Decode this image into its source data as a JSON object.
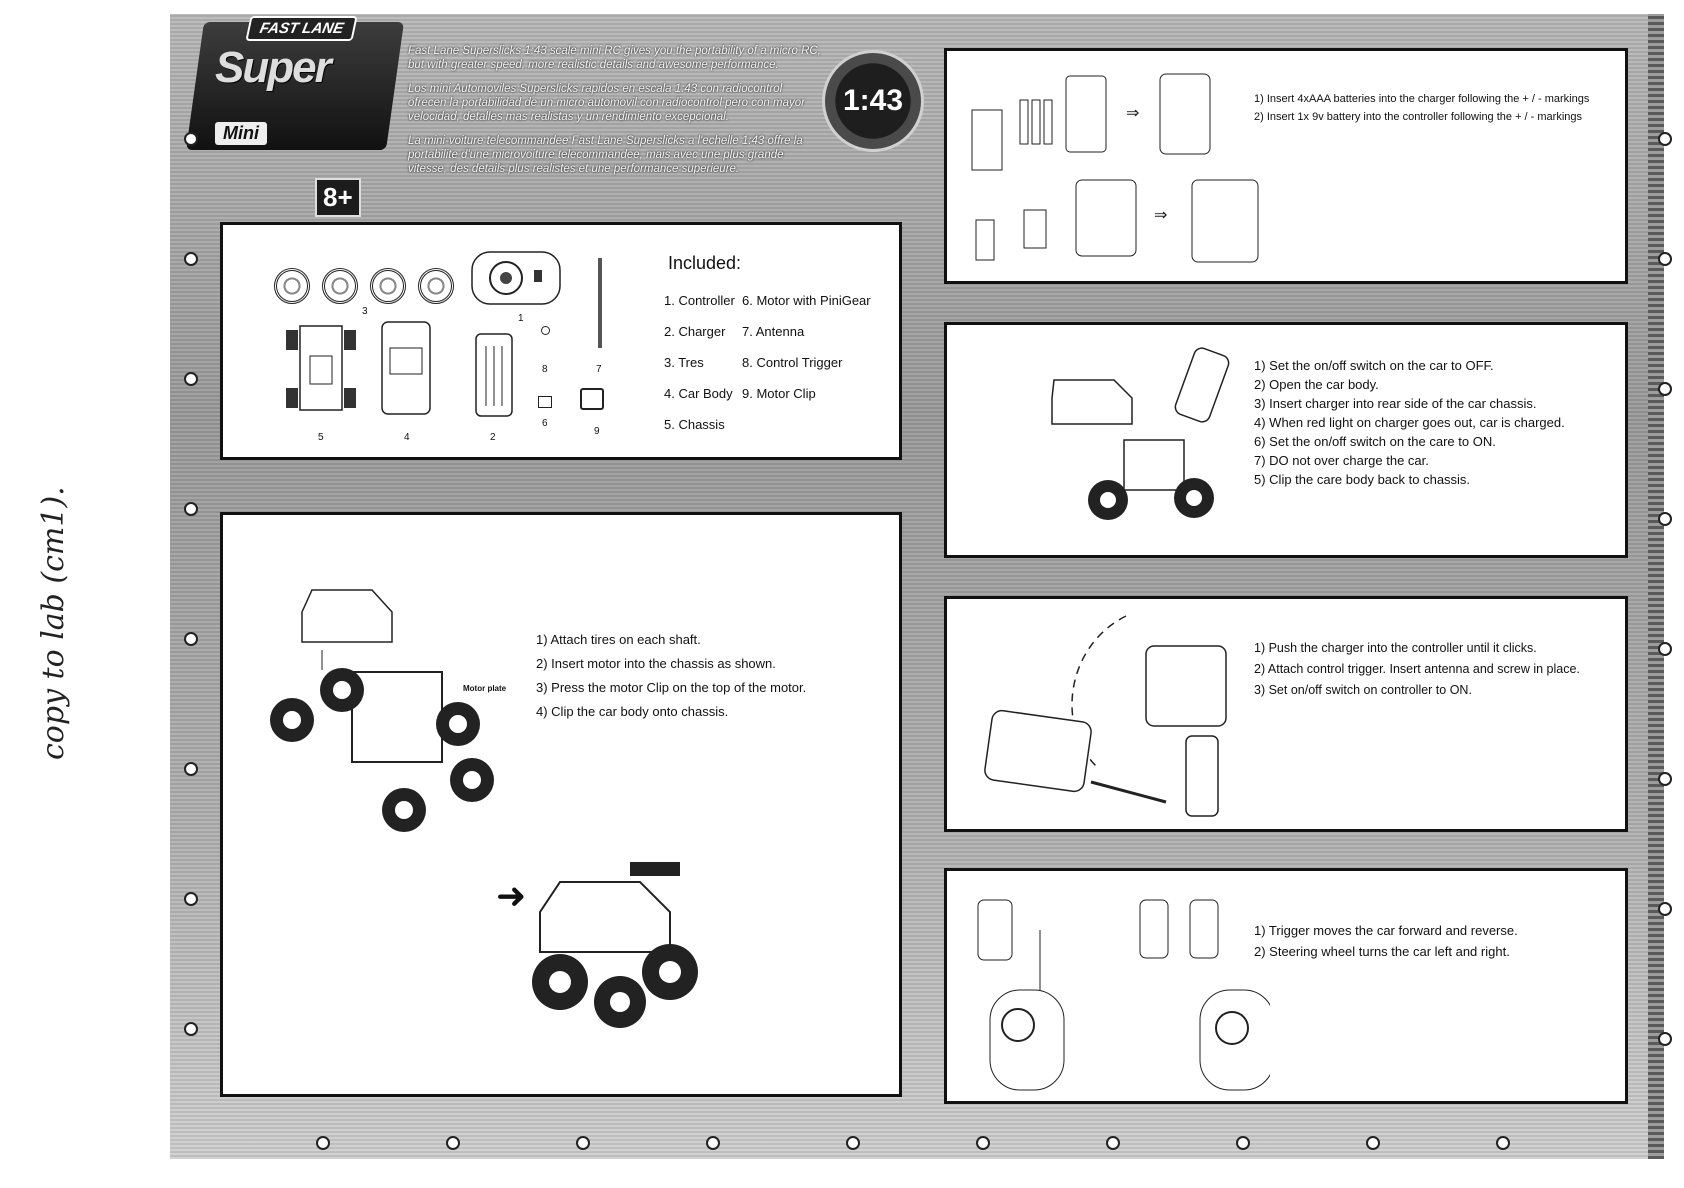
{
  "brand": {
    "maker": "FAST LANE",
    "line": "Super",
    "sub": "Mini"
  },
  "age_badge": "8+",
  "scale_badge": "1:43",
  "intro": [
    "Fast Lane Superslicks 1:43 scale mini RC gives you the portability of a micro RC, but with greater speed, more realistic details and awesome performance.",
    "Los mini Automoviles Superslicks rapidos en escala 1:43 con radiocontrol ofrecen la portabilidad de un micro automovil con radiocontrol pero con mayor velocidad, detalles mas realistas y un rendimiento excepcional.",
    "La mini-voiture telecommandee Fast Lane Superslicks a l'echelle 1:43 offre la portabilite d'une microvoiture telecommandee, mais avec une plus grande vitesse, des details plus realistes et une performance superieure."
  ],
  "included": {
    "title": "Included:",
    "col1": [
      "1. Controller",
      "2. Charger",
      "3. Tres",
      "4. Car Body",
      "5. Chassis"
    ],
    "col2": [
      "6. Motor with PiniGear",
      "7. Antenna",
      "8. Control Trigger",
      "9. Motor Clip"
    ],
    "part_labels": [
      "1",
      "2",
      "3",
      "4",
      "5",
      "6",
      "7",
      "8",
      "9"
    ]
  },
  "assembly": {
    "callout": "Motor plate",
    "steps": [
      "1) Attach tires on each shaft.",
      "2) Insert motor into the chassis as shown.",
      "3) Press the motor Clip on the top of the motor.",
      "4) Clip the car body onto chassis."
    ]
  },
  "batteries": {
    "steps": [
      "1) Insert 4xAAA batteries into the charger following the + / - markings",
      "2) Insert 1x 9v battery into the controller following the + / - markings"
    ]
  },
  "charging": {
    "steps": [
      "1) Set the on/off switch on the car to OFF.",
      "2) Open the car body.",
      "3) Insert charger into rear side of the car chassis.",
      "4) When red light on charger goes out, car is charged.",
      "6) Set the on/off switch on the care to ON.",
      "7) DO not over charge the car.",
      "5) Clip the care body back to chassis."
    ]
  },
  "controller_setup": {
    "steps": [
      "1) Push the charger into the controller until it clicks.",
      "2) Attach control trigger. Insert antenna and screw in place.",
      "3) Set on/off switch on controller to ON."
    ]
  },
  "driving": {
    "steps": [
      "1) Trigger moves the car forward and reverse.",
      "2) Steering wheel turns the car left and right."
    ]
  },
  "handwritten_note": "copy to lab (cm1)."
}
